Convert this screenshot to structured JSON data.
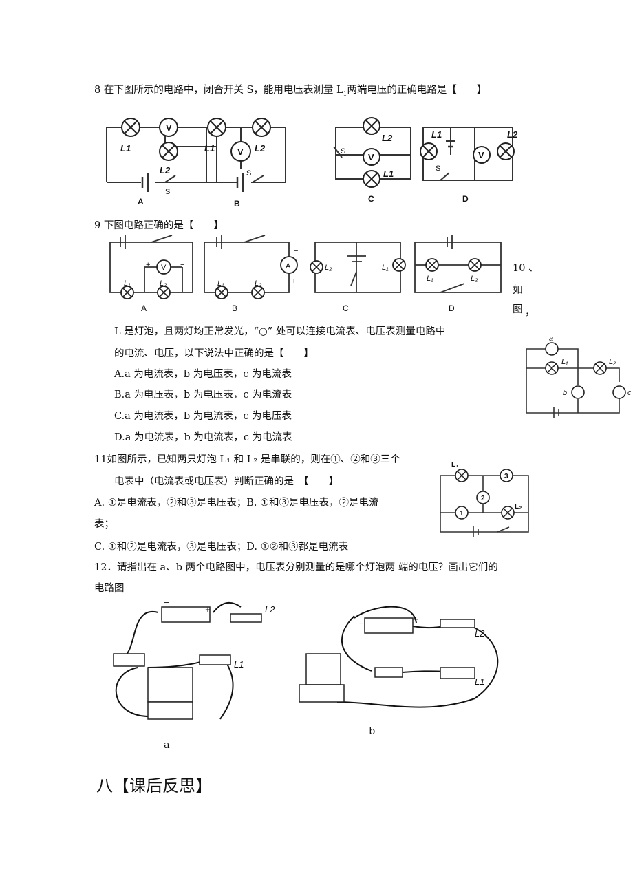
{
  "q8": {
    "text_a": "8 在下图所示的电路中，闭合开关 S，能用电压表测量 L",
    "sub": "1",
    "text_b": "两端电压的正确电路是【　　】",
    "labels": [
      "A",
      "B",
      "C",
      "D"
    ]
  },
  "q9": {
    "text": "9 下图电路正确的是【　　】",
    "labels": [
      "A",
      "B",
      "C",
      "D"
    ]
  },
  "q10": {
    "side": [
      "10 、",
      "如",
      "图",
      "，"
    ],
    "line1": "L 是灯泡，且两灯均正常发光，“○” 处可以连接电流表、电压表测量电路中",
    "line2": "的电流、电压，以下说法中正确的是【　　】",
    "options": [
      "A.a 为电流表，b 为电压表，c 为电流表",
      "B.a 为电压表，b 为电压表，c 为电流表",
      "C.a 为电流表，b 为电流表，c 为电压表",
      "D.a 为电流表，b 为电流表，c 为电流表"
    ]
  },
  "q11": {
    "line1": "11如图所示，已知两只灯泡 L₁ 和 L₂ 是串联的，则在①、②和③三个",
    "line2": "电表中（电流表或电压表）判断正确的是　【　　】",
    "line3": "A. ①是电流表，②和③是电压表；B. ①和③是电压表，②是电流",
    "line4": "表；",
    "line5": "C. ①和②是电流表，③是电压表；D. ①②和③都是电流表"
  },
  "q12": {
    "line1": "12．请指出在 a、b 两个电路图中，电压表分别测量的是哪个灯泡两 端的电压？画出它们的",
    "line2": "电路图",
    "caption_a": "a",
    "caption_b": "b"
  },
  "section": {
    "title": "八【课后反思】"
  }
}
